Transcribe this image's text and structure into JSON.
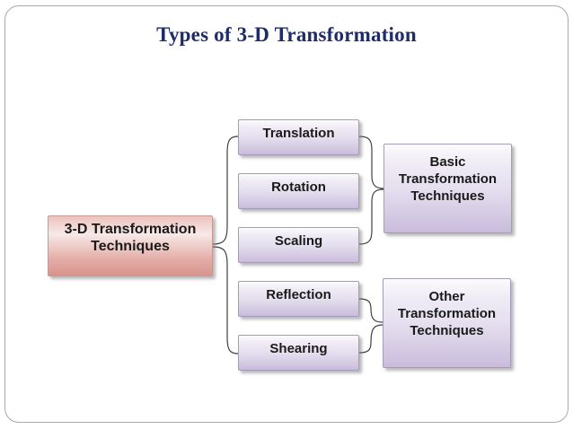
{
  "slide": {
    "title": "Types of 3-D Transformation"
  },
  "diagram": {
    "root": {
      "label": "3-D Transformation Techniques"
    },
    "items": [
      {
        "label": "Translation"
      },
      {
        "label": "Rotation"
      },
      {
        "label": "Scaling"
      },
      {
        "label": "Reflection"
      },
      {
        "label": "Shearing"
      }
    ],
    "groups": [
      {
        "label": "Basic Transformation Techniques"
      },
      {
        "label": "Other Transformation Techniques"
      }
    ],
    "colors": {
      "title_text": "#1f2c68",
      "root_border": "#c79a96",
      "root_fill_top": "#ecc2be",
      "root_fill_bottom": "#d8938d",
      "item_border": "#a49cb8",
      "item_fill_top": "#fcfbfd",
      "item_fill_bottom": "#c9bcdb",
      "connector": "#404040",
      "box_text": "#1a1a1a"
    }
  }
}
